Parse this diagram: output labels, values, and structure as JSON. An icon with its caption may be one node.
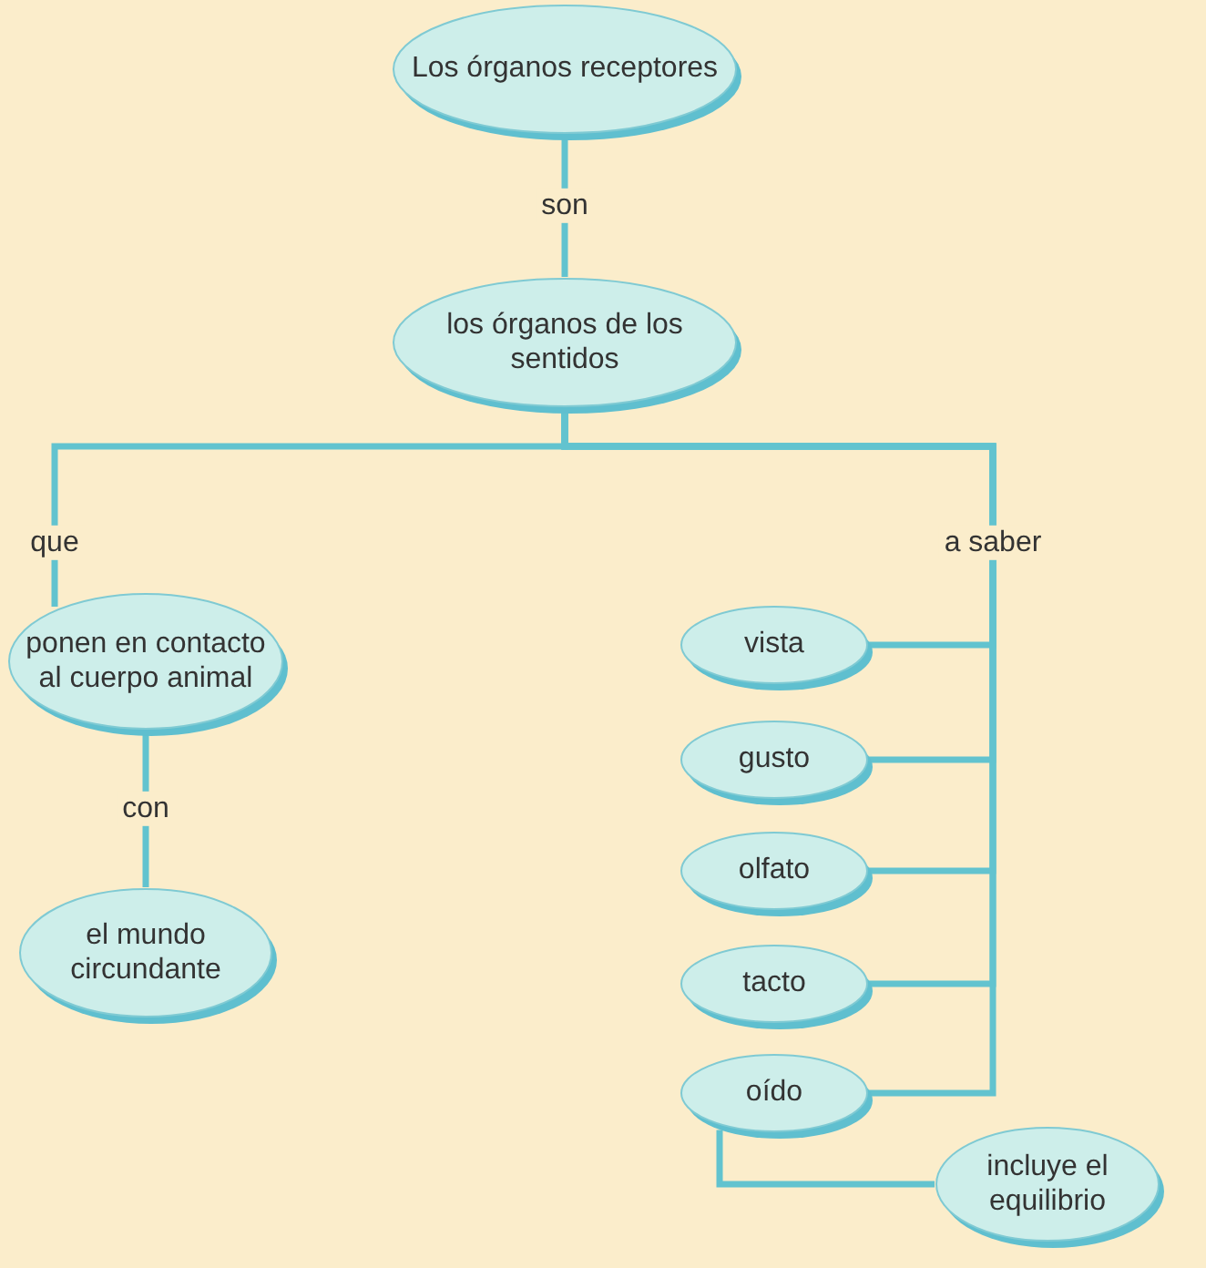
{
  "diagram": {
    "nodes": [
      {
        "text": [
          "Los órganos receptores"
        ]
      },
      {
        "text": [
          "los órganos de los sentidos"
        ]
      },
      {
        "text": [
          "ponen en contacto al cuerpo animal"
        ]
      },
      {
        "text": [
          "el mundo circundante"
        ]
      },
      {
        "text": [
          "vista"
        ]
      },
      {
        "text": [
          "gusto"
        ]
      },
      {
        "text": [
          "olfato"
        ]
      },
      {
        "text": [
          "tacto"
        ]
      },
      {
        "text": [
          "oído"
        ]
      },
      {
        "text": [
          "incluye el equilibrio"
        ]
      }
    ],
    "edges": [
      {
        "from": 0,
        "to": 1,
        "arrow": "none",
        "label": "son"
      },
      {
        "from": 1,
        "to": 2,
        "arrow": "none",
        "label": "que"
      },
      {
        "from": 2,
        "to": 3,
        "arrow": "none",
        "label": "con"
      },
      {
        "from": 1,
        "to": 4,
        "arrow": "none",
        "label": "a saber"
      },
      {
        "from": 1,
        "to": 5,
        "arrow": "none"
      },
      {
        "from": 1,
        "to": 6,
        "arrow": "none"
      },
      {
        "from": 1,
        "to": 7,
        "arrow": "none"
      },
      {
        "from": 1,
        "to": 8,
        "arrow": "none"
      },
      {
        "from": 8,
        "to": 9,
        "arrow": "none"
      }
    ]
  }
}
